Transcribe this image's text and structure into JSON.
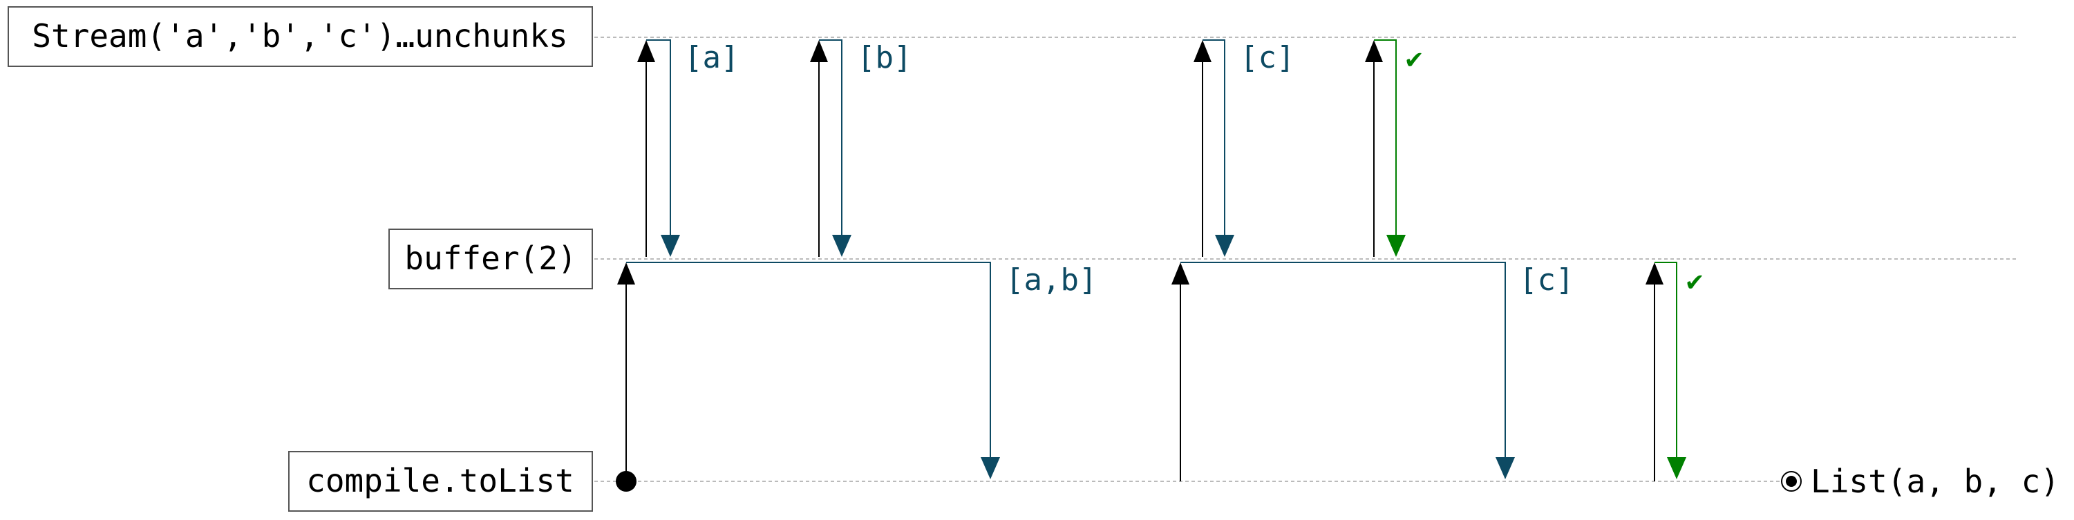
{
  "colors": {
    "request": "#000000",
    "emit": "#0d4a63",
    "done": "#008000",
    "lane_line": "#bbbbbb",
    "label_border": "#555555"
  },
  "icons": {
    "demand": "triangle-up-arrow-icon",
    "emit": "triangle-down-arrow-icon",
    "done": "check-mark-icon",
    "start": "filled-circle-icon",
    "result": "bullseye-icon"
  },
  "lanes": [
    {
      "id": "source",
      "label": "Stream('a','b','c')…unchunks"
    },
    {
      "id": "buffer",
      "label": "buffer(2)"
    },
    {
      "id": "sink",
      "label": "compile.toList"
    }
  ],
  "events": [
    {
      "lane": "source",
      "kind": "request"
    },
    {
      "lane": "source",
      "kind": "emit",
      "label": "[a]"
    },
    {
      "lane": "source",
      "kind": "request"
    },
    {
      "lane": "source",
      "kind": "emit",
      "label": "[b]"
    },
    {
      "lane": "source",
      "kind": "request"
    },
    {
      "lane": "source",
      "kind": "emit",
      "label": "[c]"
    },
    {
      "lane": "source",
      "kind": "request"
    },
    {
      "lane": "source",
      "kind": "done",
      "label": "✔"
    },
    {
      "lane": "buffer",
      "kind": "request"
    },
    {
      "lane": "buffer",
      "kind": "emit",
      "label": "[a,b]"
    },
    {
      "lane": "buffer",
      "kind": "request"
    },
    {
      "lane": "buffer",
      "kind": "emit",
      "label": "[c]"
    },
    {
      "lane": "buffer",
      "kind": "request"
    },
    {
      "lane": "buffer",
      "kind": "done",
      "label": "✔"
    }
  ],
  "result": {
    "label": "List(a, b, c)"
  }
}
